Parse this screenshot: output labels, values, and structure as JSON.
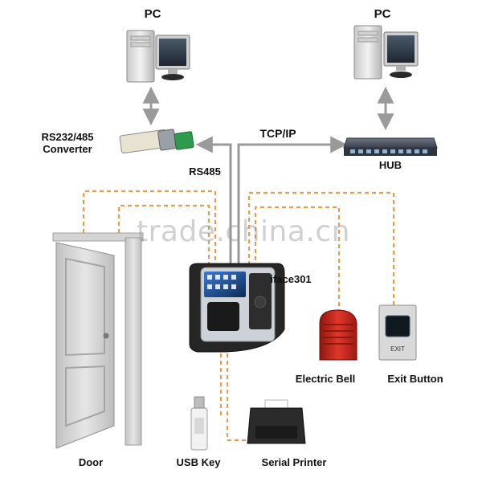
{
  "labels": {
    "pc_left": "PC",
    "pc_right": "PC",
    "converter_line1": "RS232/485",
    "converter_line2": "Converter",
    "tcpip": "TCP/IP",
    "rs485": "RS485",
    "hub": "HUB",
    "device": "iface301",
    "electric_bell": "Electric Bell",
    "exit_button": "Exit Button",
    "door": "Door",
    "usb_key": "USB Key",
    "serial_printer": "Serial Printer"
  },
  "device_labels": {
    "exit_plate_text": "EXIT"
  },
  "watermark": "trade.china.cn",
  "colors": {
    "connection_solid": "#9a9a9a",
    "connection_dashed": "#e0a050",
    "bell_red": "#c8281e",
    "device_dark": "#2a2a2a"
  }
}
